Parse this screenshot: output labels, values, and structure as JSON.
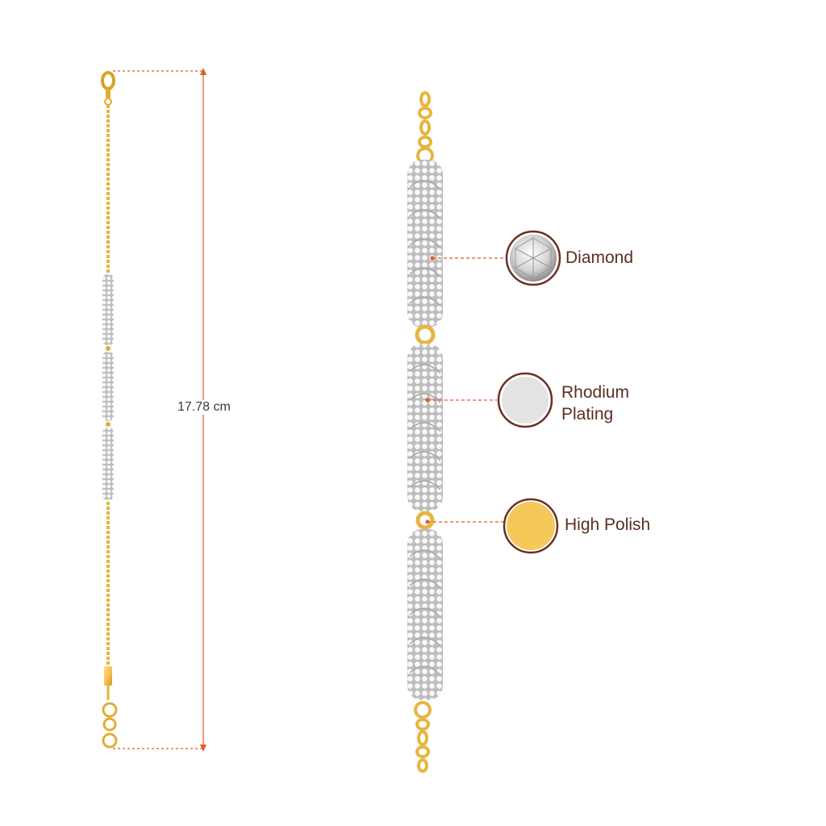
{
  "measurement": {
    "length_label": "17.78 cm"
  },
  "callouts": [
    {
      "id": "diamond",
      "label": "Diamond"
    },
    {
      "id": "rhodium",
      "label": "Rhodium Plating"
    },
    {
      "id": "polish",
      "label": "High Polish"
    }
  ],
  "colors": {
    "accent": "#e2592a",
    "gold": "#f2c14e",
    "gold_dark": "#c9921c",
    "silver": "#e3e3e3",
    "circle_border": "#6b2f24",
    "text_brown": "#5a2e22",
    "text_gray": "#3b3b3b"
  }
}
